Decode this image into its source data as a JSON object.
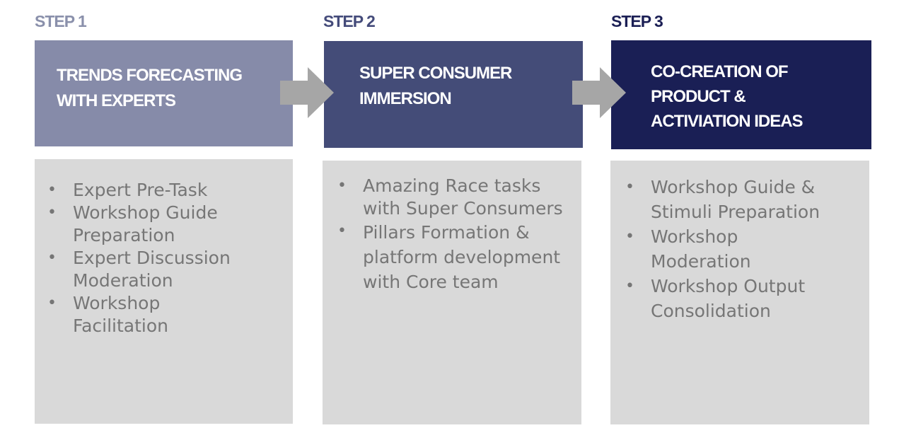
{
  "steps": [
    {
      "label": "STEP 1",
      "header_lines": [
        "TRENDS FORECASTING",
        "WITH EXPERTS"
      ],
      "items": [
        [
          "Expert Pre-Task"
        ],
        [
          "Workshop Guide",
          "Preparation"
        ],
        [
          "Expert Discussion",
          "Moderation"
        ],
        [
          "Workshop",
          "Facilitation"
        ]
      ]
    },
    {
      "label": "STEP 2",
      "header_lines": [
        "SUPER CONSUMER",
        "IMMERSION"
      ],
      "items": [
        [
          "Amazing Race tasks",
          "with Super Consumers"
        ],
        [
          "Pillars Formation &",
          "platform development",
          "with Core team"
        ]
      ]
    },
    {
      "label": "STEP 3",
      "header_lines": [
        "CO-CREATION OF",
        "PRODUCT &",
        "ACTIVIATION IDEAS"
      ],
      "items": [
        [
          "Workshop Guide &",
          "Stimuli Preparation"
        ],
        [
          "Workshop",
          "Moderation"
        ],
        [
          "Workshop Output",
          "Consolidation"
        ]
      ]
    }
  ],
  "bullet_glyph": "•",
  "colors": {
    "step1": "#868ba9",
    "step2": "#444c78",
    "step3": "#1a1f55",
    "body_bg": "#d9d9d9",
    "body_text": "#767676",
    "arrow": "#a6a6a6"
  },
  "icons": [
    "arrow-right-icon",
    "bullet-icon"
  ]
}
